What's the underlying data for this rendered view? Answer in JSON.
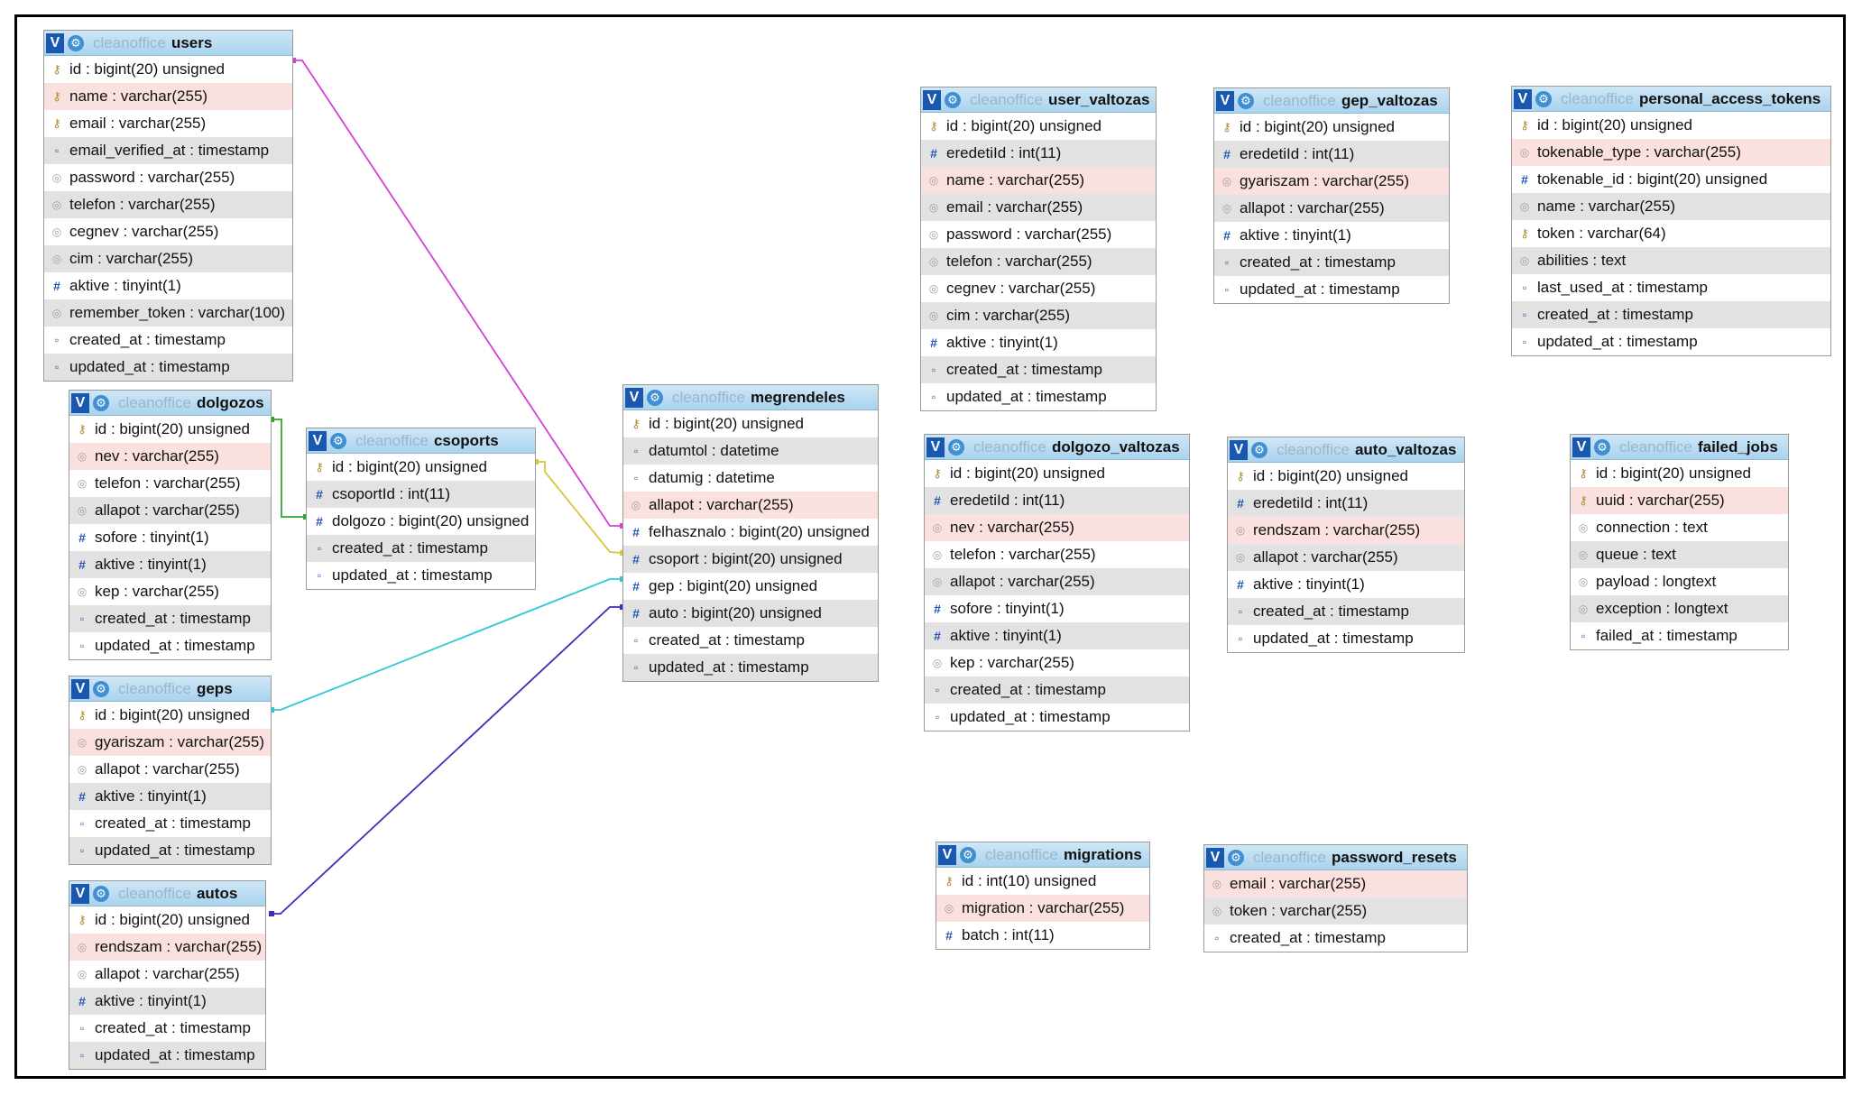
{
  "diagram": {
    "tables": [
      {
        "id": "users",
        "db": "cleanoffice",
        "name": "users",
        "cols": [
          [
            "key",
            "id : bigint(20) unsigned",
            ""
          ],
          [
            "key",
            "name : varchar(255)",
            "p"
          ],
          [
            "key",
            "email : varchar(255)",
            ""
          ],
          [
            "cal",
            "email_verified_at : timestamp",
            "g"
          ],
          [
            "txt",
            "password : varchar(255)",
            ""
          ],
          [
            "txt",
            "telefon : varchar(255)",
            "g"
          ],
          [
            "txt",
            "cegnev : varchar(255)",
            ""
          ],
          [
            "txt",
            "cim : varchar(255)",
            "g"
          ],
          [
            "hash",
            "aktive : tinyint(1)",
            ""
          ],
          [
            "txt",
            "remember_token : varchar(100)",
            "g"
          ],
          [
            "cal",
            "created_at : timestamp",
            ""
          ],
          [
            "cal",
            "updated_at : timestamp",
            "g"
          ]
        ]
      },
      {
        "id": "dolgozos",
        "db": "cleanoffice",
        "name": "dolgozos",
        "cols": [
          [
            "key",
            "id : bigint(20) unsigned",
            ""
          ],
          [
            "txt",
            "nev : varchar(255)",
            "p"
          ],
          [
            "txt",
            "telefon : varchar(255)",
            ""
          ],
          [
            "txt",
            "allapot : varchar(255)",
            "g"
          ],
          [
            "hash",
            "sofore : tinyint(1)",
            ""
          ],
          [
            "hash",
            "aktive : tinyint(1)",
            "g"
          ],
          [
            "txt",
            "kep : varchar(255)",
            ""
          ],
          [
            "cal",
            "created_at : timestamp",
            "g"
          ],
          [
            "cal",
            "updated_at : timestamp",
            ""
          ]
        ]
      },
      {
        "id": "geps",
        "db": "cleanoffice",
        "name": "geps",
        "cols": [
          [
            "key",
            "id : bigint(20) unsigned",
            ""
          ],
          [
            "txt",
            "gyariszam : varchar(255)",
            "p"
          ],
          [
            "txt",
            "allapot : varchar(255)",
            ""
          ],
          [
            "hash",
            "aktive : tinyint(1)",
            "g"
          ],
          [
            "cal",
            "created_at : timestamp",
            ""
          ],
          [
            "cal",
            "updated_at : timestamp",
            "g"
          ]
        ]
      },
      {
        "id": "autos",
        "db": "cleanoffice",
        "name": "autos",
        "cols": [
          [
            "key",
            "id : bigint(20) unsigned",
            ""
          ],
          [
            "txt",
            "rendszam : varchar(255)",
            "p"
          ],
          [
            "txt",
            "allapot : varchar(255)",
            ""
          ],
          [
            "hash",
            "aktive : tinyint(1)",
            "g"
          ],
          [
            "cal",
            "created_at : timestamp",
            ""
          ],
          [
            "cal",
            "updated_at : timestamp",
            "g"
          ]
        ]
      },
      {
        "id": "csoports",
        "db": "cleanoffice",
        "name": "csoports",
        "cols": [
          [
            "key",
            "id : bigint(20) unsigned",
            ""
          ],
          [
            "hash",
            "csoportId : int(11)",
            "g"
          ],
          [
            "hash",
            "dolgozo : bigint(20) unsigned",
            ""
          ],
          [
            "cal",
            "created_at : timestamp",
            "g"
          ],
          [
            "cal",
            "updated_at : timestamp",
            ""
          ]
        ]
      },
      {
        "id": "megrendeles",
        "db": "cleanoffice",
        "name": "megrendeles",
        "cols": [
          [
            "key",
            "id : bigint(20) unsigned",
            ""
          ],
          [
            "cal",
            "datumtol : datetime",
            "g"
          ],
          [
            "cal",
            "datumig : datetime",
            ""
          ],
          [
            "txt",
            "allapot : varchar(255)",
            "p"
          ],
          [
            "hash",
            "felhasznalo : bigint(20) unsigned",
            ""
          ],
          [
            "hash",
            "csoport : bigint(20) unsigned",
            "g"
          ],
          [
            "hash",
            "gep : bigint(20) unsigned",
            ""
          ],
          [
            "hash",
            "auto : bigint(20) unsigned",
            "g"
          ],
          [
            "cal",
            "created_at : timestamp",
            ""
          ],
          [
            "cal",
            "updated_at : timestamp",
            "g"
          ]
        ]
      },
      {
        "id": "user_valtozas",
        "db": "cleanoffice",
        "name": "user_valtozas",
        "cols": [
          [
            "key",
            "id : bigint(20) unsigned",
            ""
          ],
          [
            "hash",
            "eredetiId : int(11)",
            "g"
          ],
          [
            "txt",
            "name : varchar(255)",
            "p"
          ],
          [
            "txt",
            "email : varchar(255)",
            "g"
          ],
          [
            "txt",
            "password : varchar(255)",
            ""
          ],
          [
            "txt",
            "telefon : varchar(255)",
            "g"
          ],
          [
            "txt",
            "cegnev : varchar(255)",
            ""
          ],
          [
            "txt",
            "cim : varchar(255)",
            "g"
          ],
          [
            "hash",
            "aktive : tinyint(1)",
            ""
          ],
          [
            "cal",
            "created_at : timestamp",
            "g"
          ],
          [
            "cal",
            "updated_at : timestamp",
            ""
          ]
        ]
      },
      {
        "id": "gep_valtozas",
        "db": "cleanoffice",
        "name": "gep_valtozas",
        "cols": [
          [
            "key",
            "id : bigint(20) unsigned",
            ""
          ],
          [
            "hash",
            "eredetiId : int(11)",
            "g"
          ],
          [
            "txt",
            "gyariszam : varchar(255)",
            "p"
          ],
          [
            "txt",
            "allapot : varchar(255)",
            "g"
          ],
          [
            "hash",
            "aktive : tinyint(1)",
            ""
          ],
          [
            "cal",
            "created_at : timestamp",
            "g"
          ],
          [
            "cal",
            "updated_at : timestamp",
            ""
          ]
        ]
      },
      {
        "id": "personal_access_tokens",
        "db": "cleanoffice",
        "name": "personal_access_tokens",
        "cols": [
          [
            "key",
            "id : bigint(20) unsigned",
            ""
          ],
          [
            "txt",
            "tokenable_type : varchar(255)",
            "p"
          ],
          [
            "hash",
            "tokenable_id : bigint(20) unsigned",
            ""
          ],
          [
            "txt",
            "name : varchar(255)",
            "g"
          ],
          [
            "key",
            "token : varchar(64)",
            ""
          ],
          [
            "txt",
            "abilities : text",
            "g"
          ],
          [
            "cal",
            "last_used_at : timestamp",
            ""
          ],
          [
            "cal",
            "created_at : timestamp",
            "g"
          ],
          [
            "cal",
            "updated_at : timestamp",
            ""
          ]
        ]
      },
      {
        "id": "dolgozo_valtozas",
        "db": "cleanoffice",
        "name": "dolgozo_valtozas",
        "cols": [
          [
            "key",
            "id : bigint(20) unsigned",
            ""
          ],
          [
            "hash",
            "eredetiId : int(11)",
            "g"
          ],
          [
            "txt",
            "nev : varchar(255)",
            "p"
          ],
          [
            "txt",
            "telefon : varchar(255)",
            ""
          ],
          [
            "txt",
            "allapot : varchar(255)",
            "g"
          ],
          [
            "hash",
            "sofore : tinyint(1)",
            ""
          ],
          [
            "hash",
            "aktive : tinyint(1)",
            "g"
          ],
          [
            "txt",
            "kep : varchar(255)",
            ""
          ],
          [
            "cal",
            "created_at : timestamp",
            "g"
          ],
          [
            "cal",
            "updated_at : timestamp",
            ""
          ]
        ]
      },
      {
        "id": "auto_valtozas",
        "db": "cleanoffice",
        "name": "auto_valtozas",
        "cols": [
          [
            "key",
            "id : bigint(20) unsigned",
            ""
          ],
          [
            "hash",
            "eredetiId : int(11)",
            "g"
          ],
          [
            "txt",
            "rendszam : varchar(255)",
            "p"
          ],
          [
            "txt",
            "allapot : varchar(255)",
            "g"
          ],
          [
            "hash",
            "aktive : tinyint(1)",
            ""
          ],
          [
            "cal",
            "created_at : timestamp",
            "g"
          ],
          [
            "cal",
            "updated_at : timestamp",
            ""
          ]
        ]
      },
      {
        "id": "failed_jobs",
        "db": "cleanoffice",
        "name": "failed_jobs",
        "cols": [
          [
            "key",
            "id : bigint(20) unsigned",
            ""
          ],
          [
            "key",
            "uuid : varchar(255)",
            "p"
          ],
          [
            "txt",
            "connection : text",
            ""
          ],
          [
            "txt",
            "queue : text",
            "g"
          ],
          [
            "txt",
            "payload : longtext",
            ""
          ],
          [
            "txt",
            "exception : longtext",
            "g"
          ],
          [
            "cal",
            "failed_at : timestamp",
            ""
          ]
        ]
      },
      {
        "id": "migrations",
        "db": "cleanoffice",
        "name": "migrations",
        "cols": [
          [
            "key",
            "id : int(10) unsigned",
            ""
          ],
          [
            "txt",
            "migration : varchar(255)",
            "p"
          ],
          [
            "hash",
            "batch : int(11)",
            ""
          ]
        ]
      },
      {
        "id": "password_resets",
        "db": "cleanoffice",
        "name": "password_resets",
        "cols": [
          [
            "txt",
            "email : varchar(255)",
            "p"
          ],
          [
            "txt",
            "token : varchar(255)",
            "g"
          ],
          [
            "cal",
            "created_at : timestamp",
            ""
          ]
        ]
      }
    ],
    "relations": [
      {
        "from": "users",
        "to": "megrendeles",
        "color": "#d63fd6"
      },
      {
        "from": "dolgozos",
        "to": "csoports",
        "color": "#2fa52f"
      },
      {
        "from": "csoports",
        "to": "megrendeles",
        "color": "#d8c73a"
      },
      {
        "from": "geps",
        "to": "megrendeles",
        "color": "#2ec9d0"
      },
      {
        "from": "autos",
        "to": "megrendeles",
        "color": "#3a2fb5"
      }
    ]
  }
}
